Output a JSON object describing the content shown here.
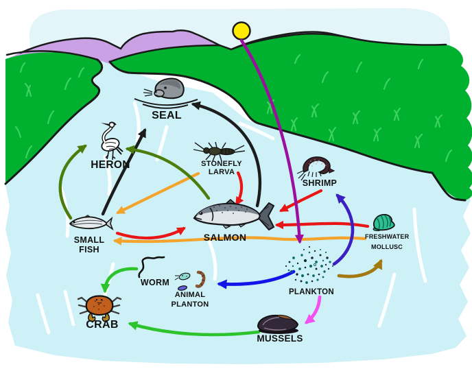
{
  "diagram": {
    "type": "river-food-web"
  },
  "organisms": {
    "seal": {
      "label": "SEAL"
    },
    "heron": {
      "label": "HERON"
    },
    "stonefly_larva": {
      "label1": "STONEFLY",
      "label2": "LARVA"
    },
    "shrimp": {
      "label": "SHRIMP"
    },
    "salmon": {
      "label": "SALMON"
    },
    "small_fish": {
      "label1": "SMALL",
      "label2": "FISH"
    },
    "freshwater_mollusc": {
      "label1": "FRESHWATER",
      "label2": "MOLLUSC"
    },
    "worm": {
      "label": "WORM"
    },
    "animal_plankton": {
      "label1": "ANIMAL",
      "label2": "PLANTON"
    },
    "plankton": {
      "label": "PLANKTON"
    },
    "mussels": {
      "label": "MUSSELS"
    },
    "crab": {
      "label": "CRAB"
    }
  },
  "relations": [
    {
      "from": "small_fish",
      "to": "heron",
      "color": "dark-green"
    },
    {
      "from": "salmon",
      "to": "heron",
      "color": "dark-green"
    },
    {
      "from": "small_fish",
      "to": "seal",
      "color": "black"
    },
    {
      "from": "salmon",
      "to": "seal",
      "color": "black"
    },
    {
      "from": "stonefly_larva",
      "to": "salmon",
      "color": "red"
    },
    {
      "from": "small_fish",
      "to": "salmon",
      "color": "red"
    },
    {
      "from": "shrimp",
      "to": "salmon",
      "color": "red"
    },
    {
      "from": "freshwater_mollusc",
      "to": "salmon",
      "color": "red"
    },
    {
      "from": "stonefly_larva",
      "to": "small_fish",
      "color": "orange"
    },
    {
      "from": "freshwater_mollusc",
      "to": "small_fish",
      "color": "orange"
    },
    {
      "from": "sun",
      "to": "plankton",
      "color": "purple"
    },
    {
      "from": "plankton",
      "to": "shrimp",
      "color": "indigo"
    },
    {
      "from": "plankton",
      "to": "animal_plankton",
      "color": "blue"
    },
    {
      "from": "plankton",
      "to": "mussels",
      "color": "magenta"
    },
    {
      "from": "plankton",
      "to": "freshwater_mollusc",
      "color": "dark-gold"
    },
    {
      "from": "worm",
      "to": "crab",
      "color": "green"
    },
    {
      "from": "mussels",
      "to": "crab",
      "color": "green"
    }
  ],
  "arrow_palette": {
    "black": "#1c1c1c",
    "dark-green": "#4c7c0c",
    "green": "#2cc32c",
    "red": "#ea1515",
    "orange": "#f4a42c",
    "purple": "#9c0f9e",
    "indigo": "#3b1fc0",
    "blue": "#1414e8",
    "magenta": "#f250f0",
    "dark-gold": "#a3790f"
  },
  "scene_palette": {
    "sky": "#e4f5fa",
    "mountains": "#c9a1e4",
    "grass": "#00b130",
    "grass_blades": "#3bd35b",
    "river": "#cdf1f6",
    "sun": "#ffec00"
  }
}
